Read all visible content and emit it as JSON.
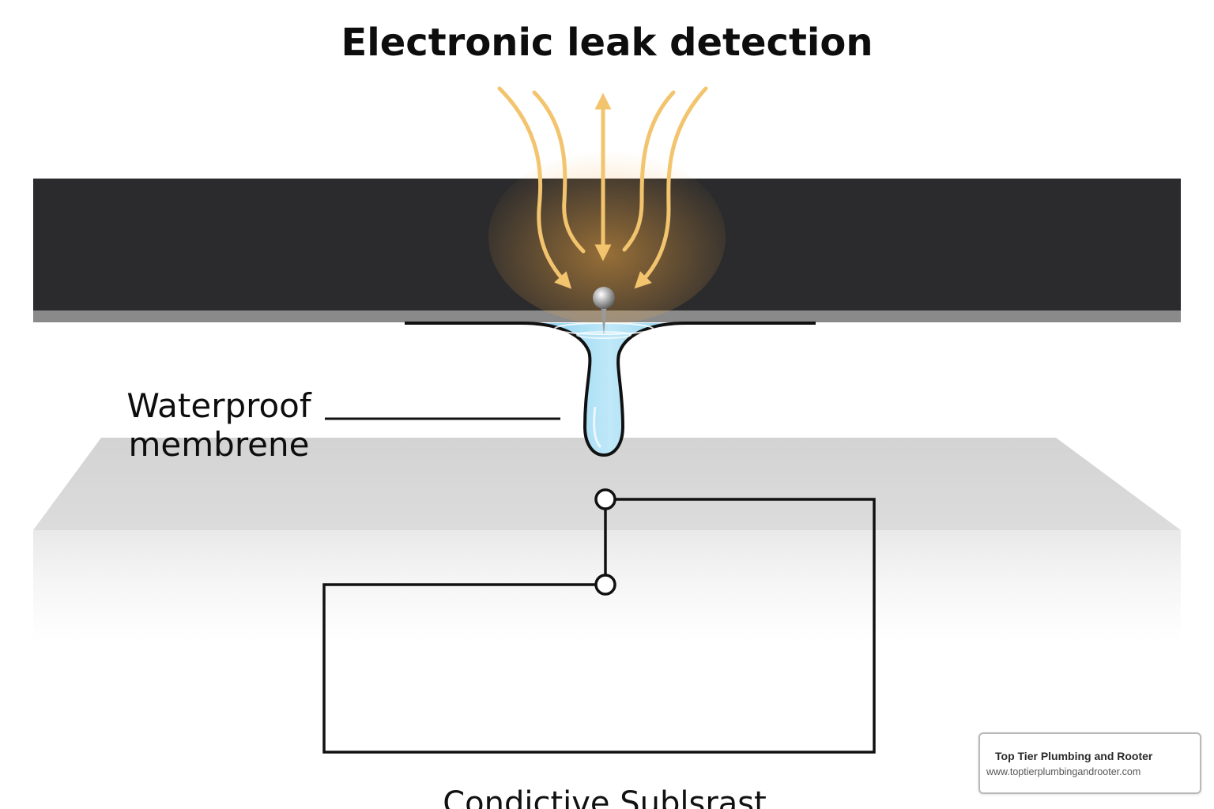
{
  "diagram": {
    "title": "Electronic leak detection",
    "label_membrane_line1": "Waterproof",
    "label_membrane_line2": "membrene",
    "label_substrate": "Condictive Sublsrast",
    "colors": {
      "membrane_layer": "#2b2b2d",
      "membrane_edge": "#8a8a8a",
      "water": "#5ec4ee",
      "current_arrows": "#f3c46e",
      "substrate": "#d7d7d7",
      "circuit_wire": "#111111"
    },
    "icons": {
      "probe": "probe-pin-icon",
      "water_drop": "water-drop-icon",
      "arrows": "current-flow-arrows-icon"
    }
  },
  "brand": {
    "name": "Top Tier Plumbing and Rooter",
    "url": "www.toptierplumbingandrooter.com"
  }
}
